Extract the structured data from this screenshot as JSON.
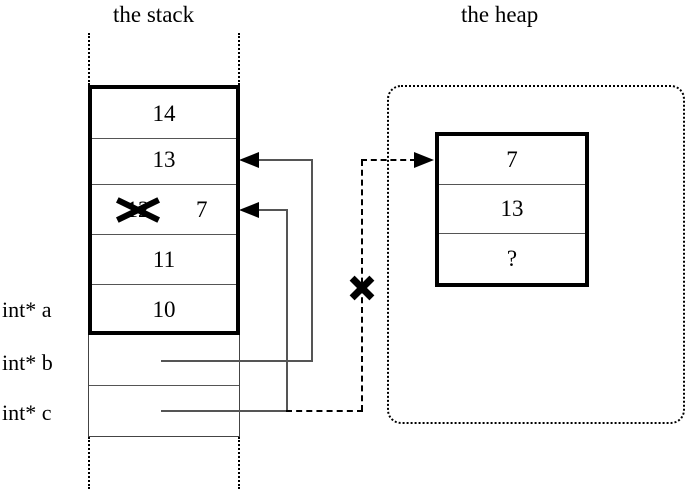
{
  "titles": {
    "stack": "the stack",
    "heap": "the heap"
  },
  "stack": {
    "active_cells": [
      {
        "value": "14"
      },
      {
        "value": "13"
      },
      {
        "value": "12",
        "struck": true,
        "new_value": "7"
      },
      {
        "value": "11"
      },
      {
        "value": "10"
      }
    ],
    "dead_cells": [
      {
        "value": ""
      },
      {
        "value": ""
      }
    ],
    "labels": [
      {
        "name": "int* a",
        "text": "int* a"
      },
      {
        "name": "int* b",
        "text": "int* b"
      },
      {
        "name": "int* c",
        "text": "int* c"
      }
    ]
  },
  "heap": {
    "cells": [
      {
        "value": "7"
      },
      {
        "value": "13"
      },
      {
        "value": "?"
      }
    ]
  },
  "markers": {
    "dangling_x": "x-mark",
    "struck_value_x": "x-mark"
  },
  "colors": {
    "ink": "#000000",
    "wire": "#555555",
    "background": "#ffffff"
  }
}
